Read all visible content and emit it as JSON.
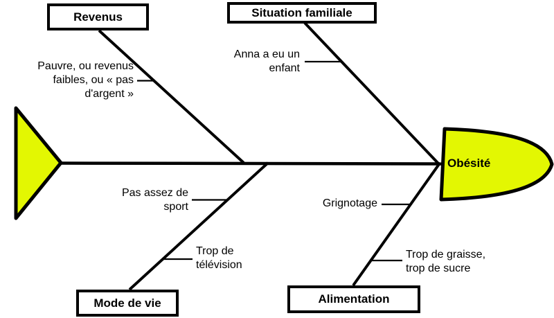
{
  "diagram": {
    "type": "fishbone-cause-effect",
    "effect": {
      "label": "Obésité"
    },
    "branches": [
      {
        "id": "revenus",
        "label": "Revenus",
        "position": "top-left",
        "causes": [
          {
            "lines": [
              "Pauvre, ou revenus",
              "faibles, ou « pas",
              "d'argent »"
            ]
          }
        ]
      },
      {
        "id": "situation-familiale",
        "label": "Situation familiale",
        "position": "top-right",
        "causes": [
          {
            "lines": [
              "Anna a eu un",
              "enfant"
            ]
          }
        ]
      },
      {
        "id": "mode-de-vie",
        "label": "Mode de vie",
        "position": "bottom-left",
        "causes": [
          {
            "lines": [
              "Pas assez de",
              "sport"
            ]
          },
          {
            "lines": [
              "Trop de",
              "télévision"
            ]
          }
        ]
      },
      {
        "id": "alimentation",
        "label": "Alimentation",
        "position": "bottom-right",
        "causes": [
          {
            "lines": [
              "Grignotage"
            ]
          },
          {
            "lines": [
              "Trop de graisse,",
              "trop de sucre"
            ]
          }
        ]
      }
    ],
    "colors": {
      "shape_fill": "#E3F702",
      "line": "#000000",
      "background": "#FFFFFF"
    }
  }
}
